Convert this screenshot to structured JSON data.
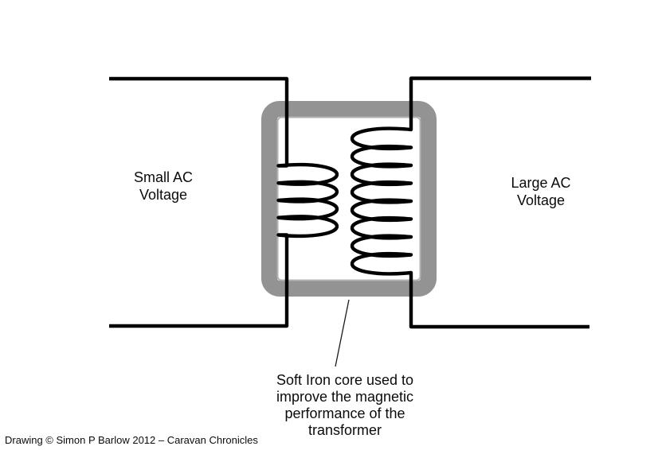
{
  "diagram": {
    "labels": {
      "input_side": "Small AC\nVoltage",
      "output_side": "Large AC\nVoltage"
    },
    "annotation": {
      "core_note": "Soft Iron core used to\nimprove the magnetic\nperformance of the\ntransformer"
    },
    "copyright": "Drawing © Simon P Barlow 2012 – Caravan Chronicles",
    "components": {
      "primary_coil_turns": 4,
      "secondary_coil_turns": 8
    },
    "colors": {
      "core": "#939393",
      "core_highlight": "#b2b2b2",
      "wire": "#000000",
      "background": "#ffffff"
    }
  }
}
